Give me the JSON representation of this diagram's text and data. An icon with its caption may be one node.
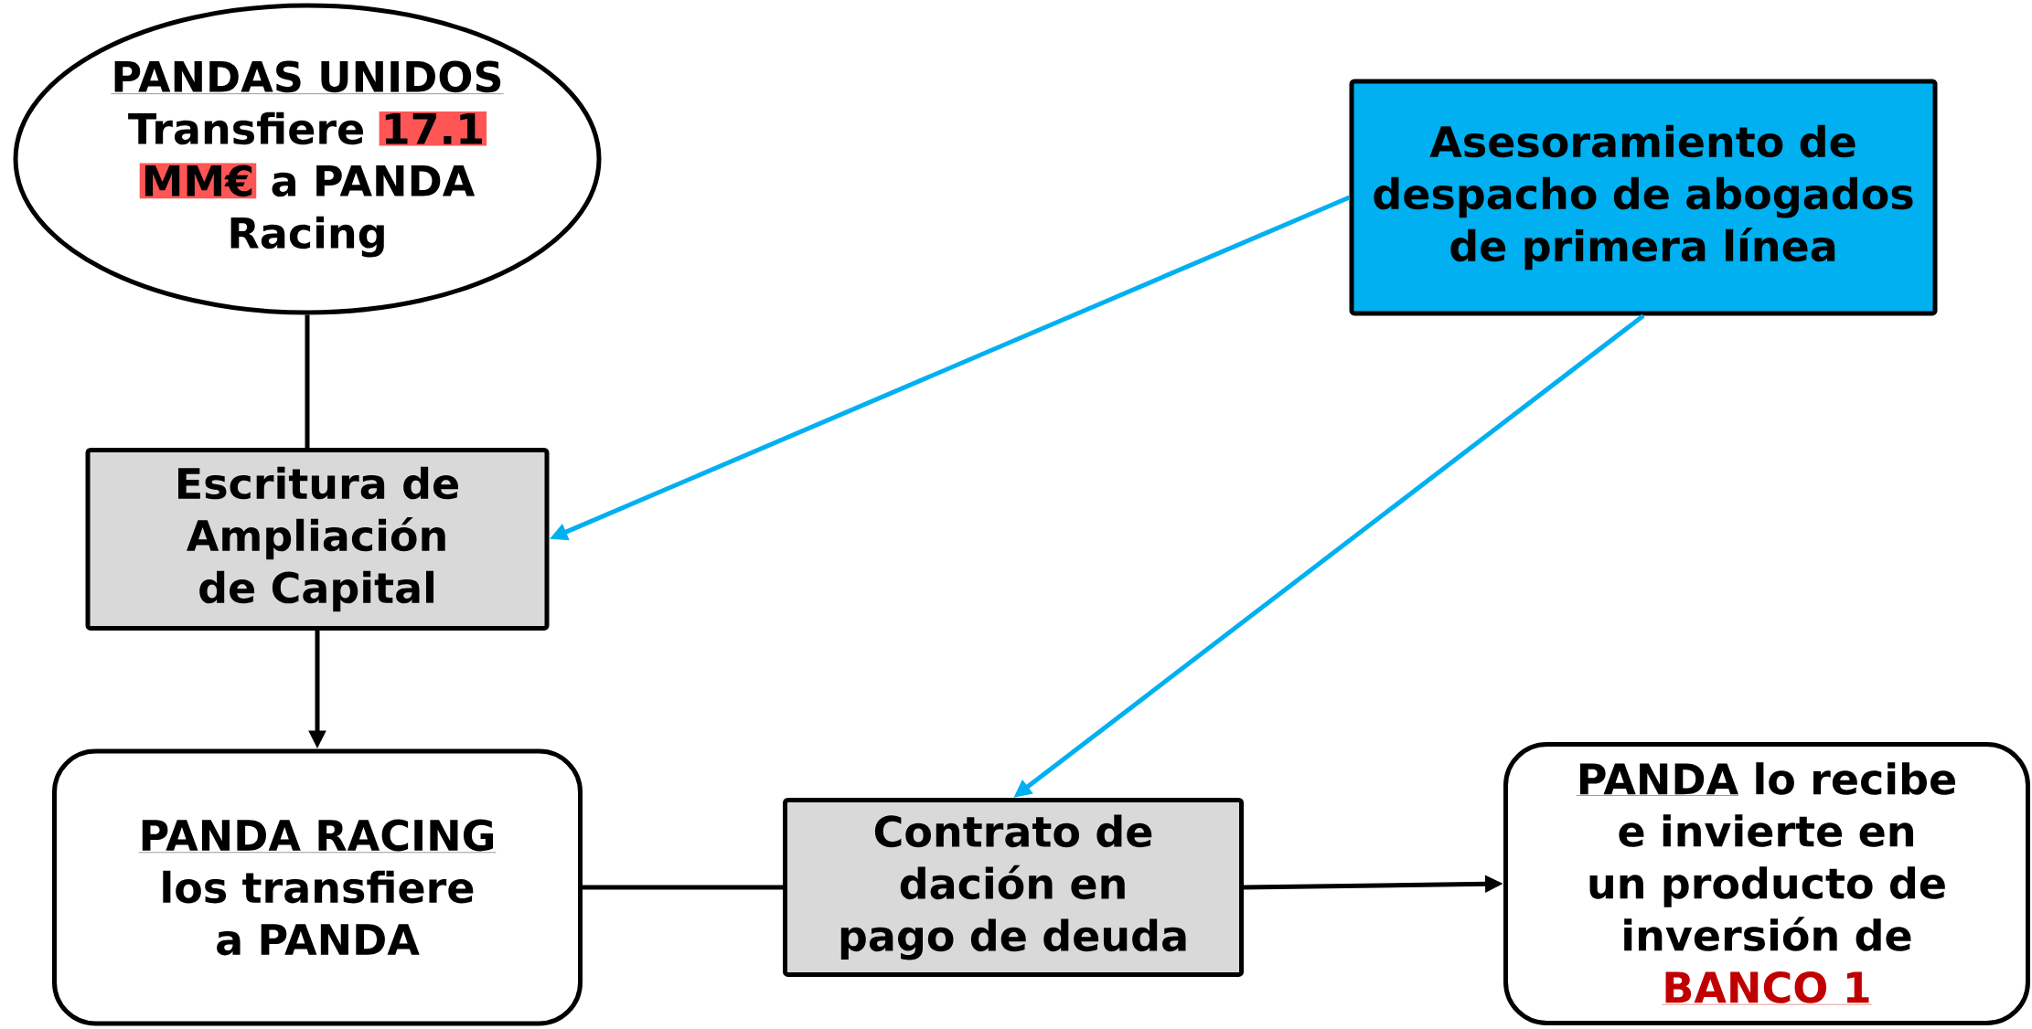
{
  "diagram": {
    "nodes": [
      {
        "text": [
          "PANDAS UNIDOS",
          "Transfiere",
          "17.1",
          "MM€",
          "a PANDA Racing"
        ]
      },
      {
        "text": [
          "Asesoramiento de despacho de abogados de primera línea"
        ]
      },
      {
        "text": [
          "Escritura de Ampliación de Capital"
        ]
      },
      {
        "text": [
          "PANDA RACING",
          "los transfiere a PANDA"
        ]
      },
      {
        "text": [
          "Contrato de dación en pago de deuda"
        ]
      },
      {
        "text": [
          "PANDA",
          "lo recibe e invierte en un producto de inversión de",
          "BANCO 1"
        ]
      }
    ],
    "edges": [
      {
        "from": 0,
        "to": 2,
        "arrow": "none"
      },
      {
        "from": 1,
        "to": 2,
        "arrow": "to",
        "color": "#00b0f0"
      },
      {
        "from": 2,
        "to": 3,
        "arrow": "to"
      },
      {
        "from": 1,
        "to": 4,
        "arrow": "to",
        "color": "#00b0f0"
      },
      {
        "from": 3,
        "to": 4,
        "arrow": "none"
      },
      {
        "from": 4,
        "to": 5,
        "arrow": "to"
      }
    ]
  }
}
